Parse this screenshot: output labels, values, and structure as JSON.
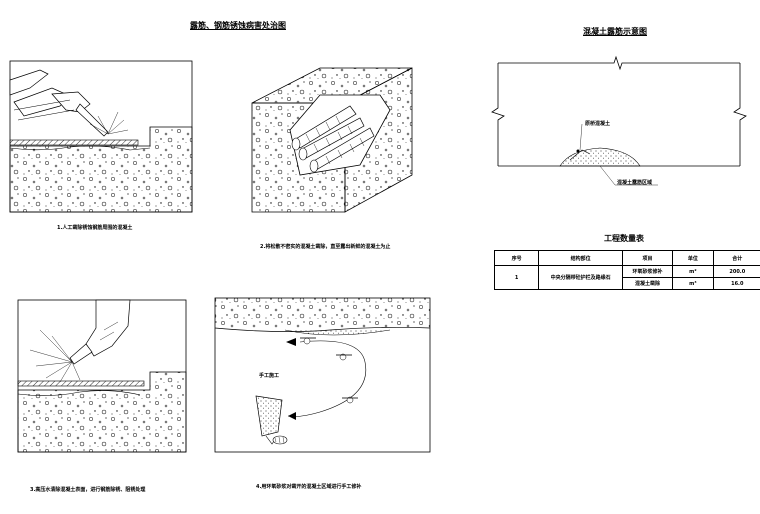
{
  "main_title": "露筋、钢筋锈蚀病害处治图",
  "side_title": "混凝土露筋示意图",
  "steps": [
    {
      "caption": "1.人工凿除锈蚀钢筋周围的混凝土"
    },
    {
      "caption": "2.将松散不密实的混凝土凿除，直至露出新鲜的混凝土为止"
    },
    {
      "caption": "3.高压水清除混凝土表面，进行钢筋除锈、阻锈处理"
    },
    {
      "caption": "4.用环氧砂浆对凿开的混凝土区域进行手工修补"
    }
  ],
  "step4_label": "手工施工",
  "schematic": {
    "rebar_label": "原桥混凝土",
    "damage_label": "混凝土露筋区域"
  },
  "quantity_table": {
    "title": "工程数量表",
    "headers": [
      "序号",
      "结构部位",
      "项目",
      "单位",
      "合计"
    ],
    "rows": [
      {
        "no": "1",
        "part": "中央分隔带砼护栏及路缘石",
        "item": "环氧砂浆修补",
        "unit": "m²",
        "total": "200.0"
      },
      {
        "no": "",
        "part": "",
        "item": "混凝土凿除",
        "unit": "m³",
        "total": "16.0"
      }
    ]
  },
  "colors": {
    "ink": "#000000",
    "paper": "#ffffff"
  }
}
